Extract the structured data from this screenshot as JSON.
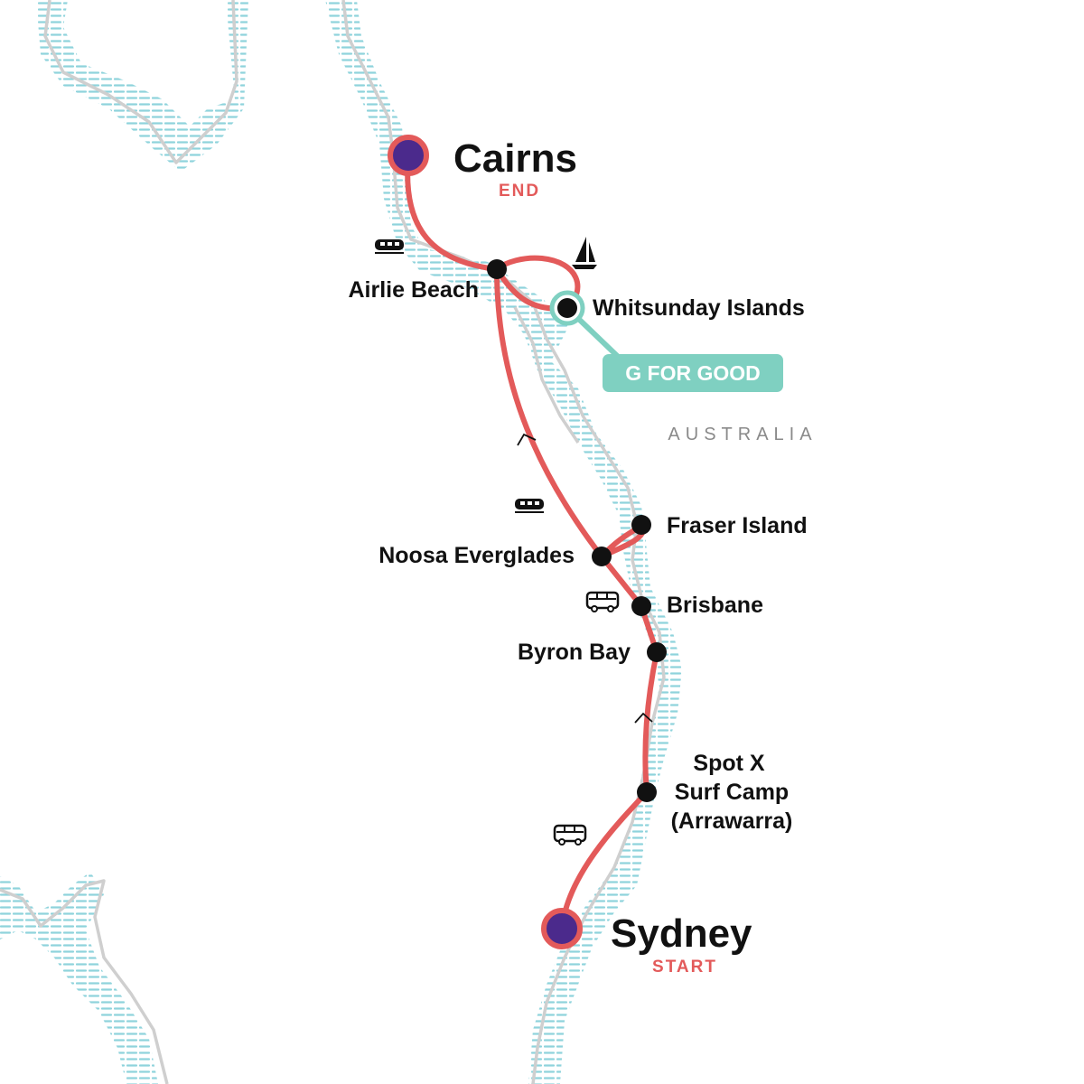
{
  "map": {
    "country_label": "AUSTRALIA",
    "colors": {
      "route": "#e35a5a",
      "coast": "#cfcfcf",
      "water": "#8fd3dc",
      "stop": "#111111",
      "endpoint_fill": "#4b2a8c",
      "gforgood": "#7fd0c1"
    },
    "start": {
      "name": "Sydney",
      "tag": "START"
    },
    "end": {
      "name": "Cairns",
      "tag": "END"
    },
    "stops": [
      {
        "name": "Airlie Beach"
      },
      {
        "name": "Whitsunday Islands"
      },
      {
        "name": "Fraser Island"
      },
      {
        "name": "Noosa Everglades"
      },
      {
        "name": "Brisbane"
      },
      {
        "name": "Byron Bay"
      },
      {
        "name": "Spot X",
        "line2": "Surf Camp",
        "line3": "(Arrawarra)"
      }
    ],
    "badge": {
      "label": "G FOR GOOD"
    },
    "transport_icons": [
      "train-icon",
      "sailboat-icon",
      "train-icon",
      "bus-icon",
      "bus-icon"
    ]
  }
}
